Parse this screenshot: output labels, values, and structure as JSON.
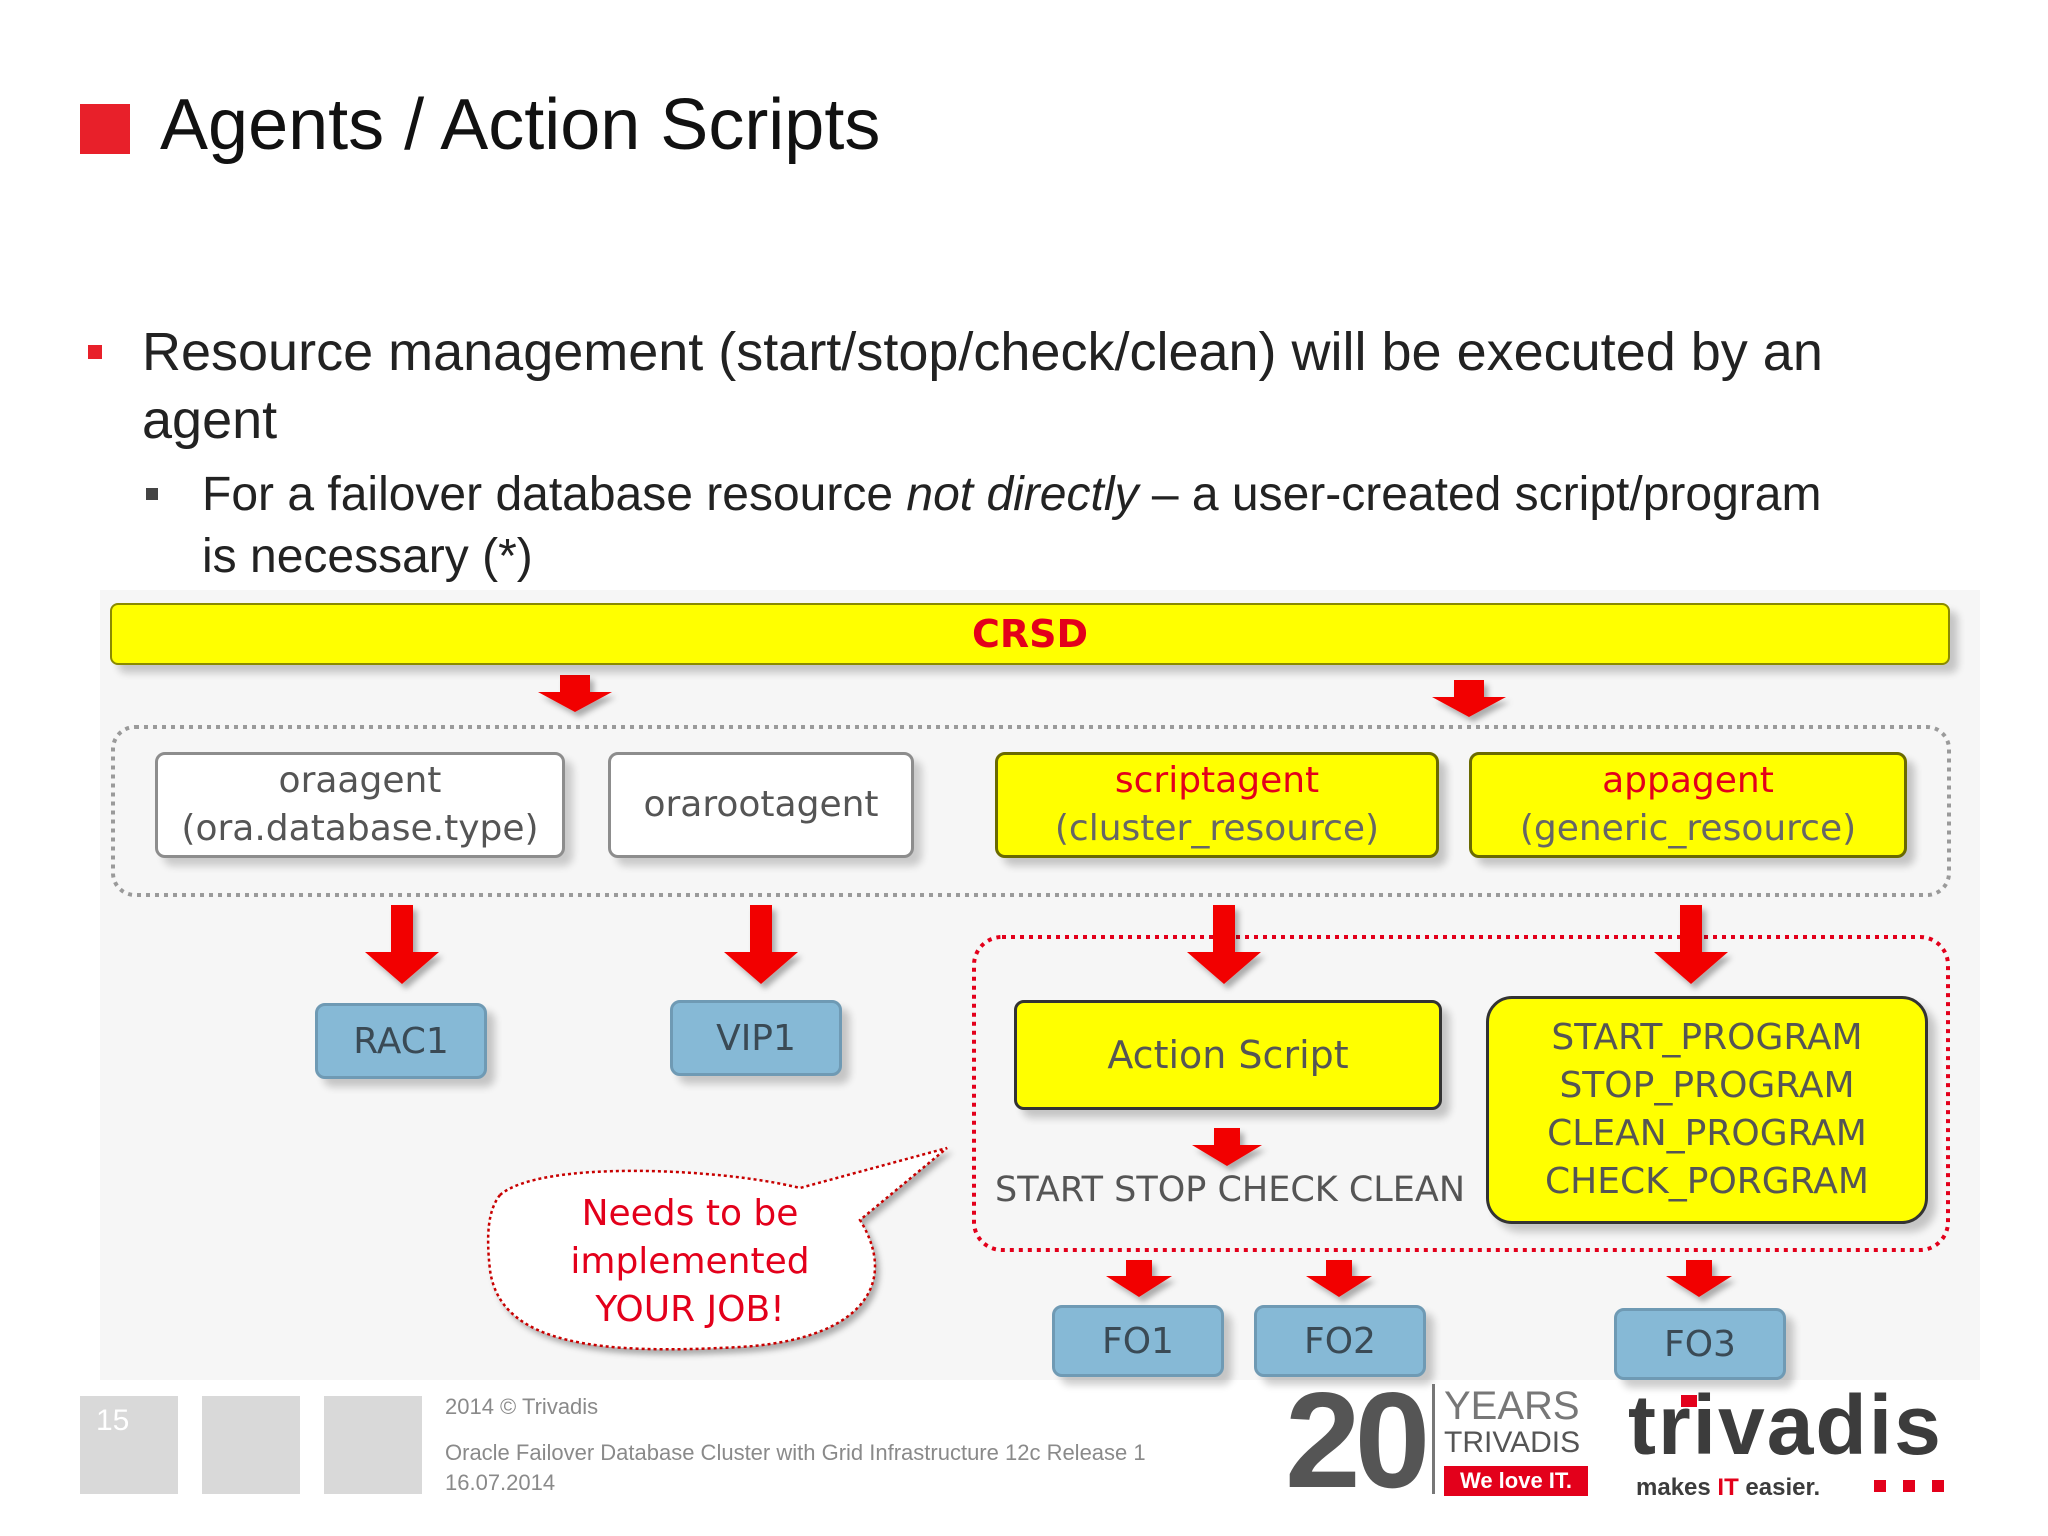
{
  "slide": {
    "title": "Agents / Action Scripts",
    "bullet1": "Resource management (start/stop/check/clean) will be executed by an",
    "bullet1_cont": "agent",
    "bullet2_pre": "For a failover database resource ",
    "bullet2_em": "not directly",
    "bullet2_post": " – a user-created script/program",
    "bullet2_cont": "is necessary (*)"
  },
  "diagram": {
    "crsd": "CRSD",
    "agents": {
      "oraagent": "oraagent\n(ora.database.type)",
      "orarootagent": "orarootagent",
      "scriptagent_name": "scriptagent",
      "scriptagent_type": "(cluster_resource)",
      "appagent_name": "appagent",
      "appagent_type": "(generic_resource)"
    },
    "resources": {
      "rac1": "RAC1",
      "vip1": "VIP1",
      "fo1": "FO1",
      "fo2": "FO2",
      "fo3": "FO3"
    },
    "action_script": "Action Script",
    "action_commands": "START STOP CHECK CLEAN",
    "programs": "START_PROGRAM\nSTOP_PROGRAM\nCLEAN_PROGRAM\nCHECK_PORGRAM",
    "callout": "Needs to be\nimplemented\nYOUR JOB!"
  },
  "footer": {
    "page_number": "15",
    "copyright": "2014 © Trivadis",
    "presentation": "Oracle Failover Database Cluster with Grid Infrastructure 12c Release 1",
    "date": "16.07.2014",
    "anniversary_number": "20",
    "anniversary_years": "YEARS",
    "anniversary_company": "TRIVADIS",
    "anniversary_tagline": "We love IT.",
    "logo_text": "trivadis",
    "logo_tagline_pre": "makes ",
    "logo_tagline_em": "IT",
    "logo_tagline_post": " easier."
  },
  "colors": {
    "accent": "#e8202a",
    "yellow": "#ffff00",
    "blue": "#86b9d6",
    "arrow": "#f20000"
  }
}
